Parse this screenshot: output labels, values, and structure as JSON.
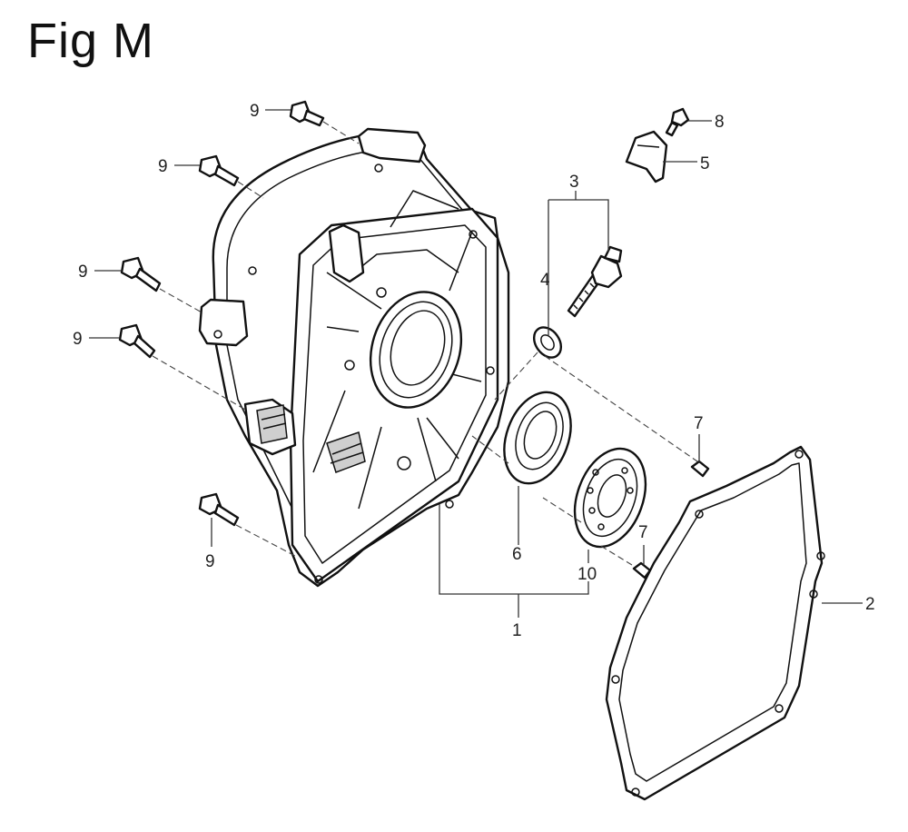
{
  "figure": {
    "title": "Fig M"
  },
  "callouts": [
    {
      "id": "bolt-a",
      "number": "9"
    },
    {
      "id": "bolt-b",
      "number": "9"
    },
    {
      "id": "bolt-c",
      "number": "9"
    },
    {
      "id": "bolt-d",
      "number": "9"
    },
    {
      "id": "bolt-e",
      "number": "9"
    },
    {
      "id": "screw-top",
      "number": "8"
    },
    {
      "id": "clip",
      "number": "5"
    },
    {
      "id": "sensor-assembly",
      "number": "3"
    },
    {
      "id": "sensor-washer",
      "number": "4"
    },
    {
      "id": "pin-upper",
      "number": "7"
    },
    {
      "id": "pin-lower",
      "number": "7"
    },
    {
      "id": "oil-seal",
      "number": "6"
    },
    {
      "id": "bearing",
      "number": "10"
    },
    {
      "id": "cover-assembly",
      "number": "1"
    },
    {
      "id": "gasket",
      "number": "2"
    }
  ]
}
